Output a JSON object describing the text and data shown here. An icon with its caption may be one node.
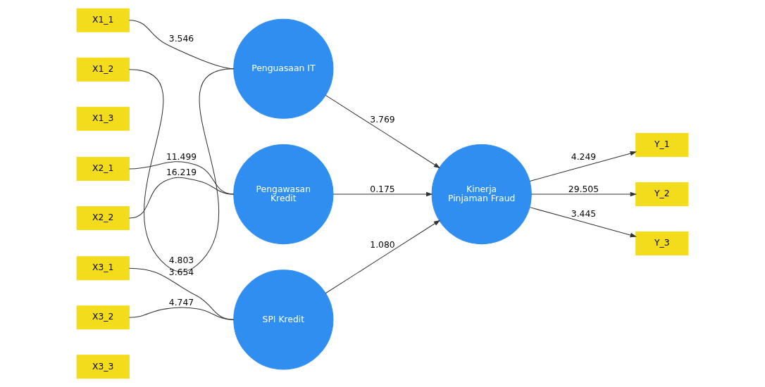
{
  "diagram": {
    "nodes": [
      {
        "text": [
          "X1_1"
        ]
      },
      {
        "text": [
          "X1_2"
        ]
      },
      {
        "text": [
          "X1_3"
        ]
      },
      {
        "text": [
          "Penguasaan IT"
        ]
      },
      {
        "text": [
          "X2_1"
        ]
      },
      {
        "text": [
          "X2_2"
        ]
      },
      {
        "text": [
          "Pengawasan Kredit"
        ]
      },
      {
        "text": [
          "X3_1"
        ]
      },
      {
        "text": [
          "X3_2"
        ]
      },
      {
        "text": [
          "X3_3"
        ]
      },
      {
        "text": [
          "SPI Kredit"
        ]
      },
      {
        "text": [
          "Kinerja Pinjaman Fraud"
        ]
      },
      {
        "text": [
          "Y_1"
        ]
      },
      {
        "text": [
          "Y_2"
        ]
      },
      {
        "text": [
          "Y_3"
        ]
      }
    ],
    "edges": [
      {
        "from": 3,
        "to": 0,
        "arrow": "none",
        "label": "3.546"
      },
      {
        "from": 3,
        "to": 1,
        "arrow": "none",
        "label": "4.803"
      },
      {
        "from": 6,
        "to": 4,
        "arrow": "none",
        "label": "11.499"
      },
      {
        "from": 6,
        "to": 5,
        "arrow": "none",
        "label": "16.219"
      },
      {
        "from": 10,
        "to": 7,
        "arrow": "none",
        "label": "3.654"
      },
      {
        "from": 10,
        "to": 8,
        "arrow": "none",
        "label": "4.747"
      },
      {
        "from": 3,
        "to": 11,
        "arrow": "to",
        "label": "3.769"
      },
      {
        "from": 6,
        "to": 11,
        "arrow": "to",
        "label": "0.175"
      },
      {
        "from": 10,
        "to": 11,
        "arrow": "to",
        "label": "1.080"
      },
      {
        "from": 11,
        "to": 12,
        "arrow": "to",
        "label": "4.249"
      },
      {
        "from": 11,
        "to": 13,
        "arrow": "to",
        "label": "29.505"
      },
      {
        "from": 11,
        "to": 14,
        "arrow": "to",
        "label": "3.445"
      }
    ]
  }
}
